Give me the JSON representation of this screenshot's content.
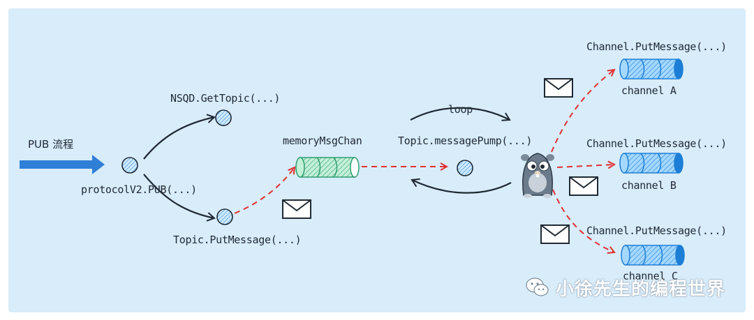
{
  "title": "PUB 流程",
  "nodes": {
    "protocol": "protocolV2.PUB(...)",
    "get_topic": "NSQD.GetTopic(...)",
    "put_message": "Topic.PutMessage(...)",
    "memory_chan": "memoryMsgChan",
    "loop": "loop",
    "message_pump": "Topic.messagePump(...)"
  },
  "channels": [
    {
      "call": "Channel.PutMessage(...)",
      "name": "channel A"
    },
    {
      "call": "Channel.PutMessage(...)",
      "name": "channel B"
    },
    {
      "call": "Channel.PutMessage(...)",
      "name": "channel C"
    }
  ],
  "watermark": "小徐先生的编程世界",
  "colors": {
    "background": "#d8ecfa",
    "blue_arrow": "#2f7fd6",
    "red_dash": "#e03131",
    "channel_queue": "#1c7ed6",
    "memory_queue": "#2f9e6e",
    "ink": "#1f2933"
  },
  "icons": [
    "envelope-icon",
    "gopher-mascot-icon",
    "wechat-logo-icon"
  ]
}
